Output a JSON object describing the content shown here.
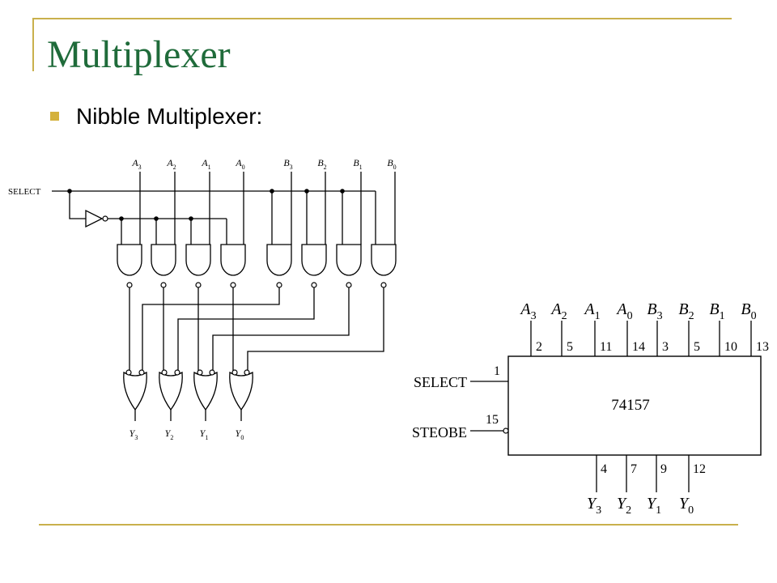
{
  "slide": {
    "title": "Multiplexer",
    "bullet": "Nibble Multiplexer:"
  },
  "circuit": {
    "select_label": "SELECT",
    "inputs_a": [
      {
        "letter": "A",
        "sub": "3"
      },
      {
        "letter": "A",
        "sub": "2"
      },
      {
        "letter": "A",
        "sub": "1"
      },
      {
        "letter": "A",
        "sub": "0"
      }
    ],
    "inputs_b": [
      {
        "letter": "B",
        "sub": "3"
      },
      {
        "letter": "B",
        "sub": "2"
      },
      {
        "letter": "B",
        "sub": "1"
      },
      {
        "letter": "B",
        "sub": "0"
      }
    ],
    "outputs": [
      {
        "letter": "Y",
        "sub": "3"
      },
      {
        "letter": "Y",
        "sub": "2"
      },
      {
        "letter": "Y",
        "sub": "1"
      },
      {
        "letter": "Y",
        "sub": "0"
      }
    ]
  },
  "chip": {
    "part_number": "74157",
    "select_label": "SELECT",
    "strobe_label": "STEOBE",
    "select_pin": "1",
    "strobe_pin": "15",
    "top_inputs": [
      {
        "letter": "A",
        "sub": "3",
        "pin": "2"
      },
      {
        "letter": "A",
        "sub": "2",
        "pin": "5"
      },
      {
        "letter": "A",
        "sub": "1",
        "pin": "11"
      },
      {
        "letter": "A",
        "sub": "0",
        "pin": "14"
      },
      {
        "letter": "B",
        "sub": "3",
        "pin": "3"
      },
      {
        "letter": "B",
        "sub": "2",
        "pin": "5"
      },
      {
        "letter": "B",
        "sub": "1",
        "pin": "10"
      },
      {
        "letter": "B",
        "sub": "0",
        "pin": "13"
      }
    ],
    "bottom_outputs": [
      {
        "letter": "Y",
        "sub": "3",
        "pin": "4"
      },
      {
        "letter": "Y",
        "sub": "2",
        "pin": "7"
      },
      {
        "letter": "Y",
        "sub": "1",
        "pin": "9"
      },
      {
        "letter": "Y",
        "sub": "0",
        "pin": "12"
      }
    ]
  }
}
